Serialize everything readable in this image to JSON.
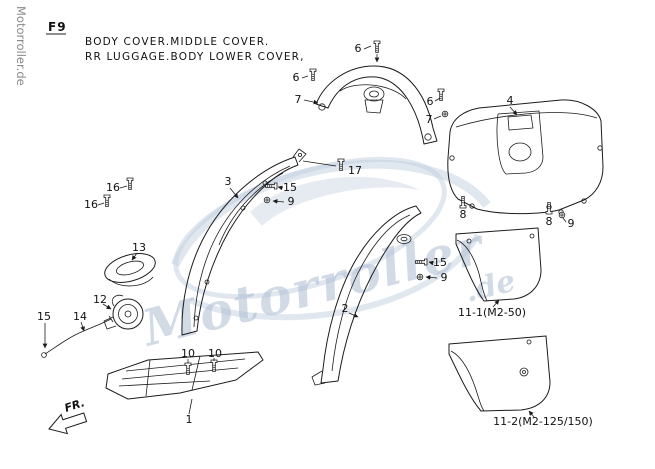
{
  "page": {
    "accent_watermark_color": "#aebdd3",
    "line_color": "#1c1c1c"
  },
  "header": {
    "vertical_site_label": "Motorroller.de",
    "figure_code": "F9",
    "title_line1": "BODY COVER.MIDDLE COVER.",
    "title_line2": "RR LUGGAGE.BODY LOWER COVER,"
  },
  "watermark": {
    "brand": "Motorroller",
    "suffix": ".de"
  },
  "diagram": {
    "direction_label": "FR.",
    "callouts": {
      "c6_top": "6",
      "c6_left": "6",
      "c7_left": "7",
      "c6_right": "6",
      "c7_right": "7",
      "c4": "4",
      "c17": "17",
      "c15_mid": "15",
      "c9_mid": "9",
      "c16_a": "16",
      "c16_b": "16",
      "c3": "3",
      "c13": "13",
      "c8_left": "8",
      "c8_right": "8",
      "c9_right": "9",
      "c12": "12",
      "c15_left": "15",
      "c14": "14",
      "c2": "2",
      "c15_r2": "15",
      "c9_r2": "9",
      "c11_1": "11-1(M2-50)",
      "c10_a": "10",
      "c10_b": "10",
      "c1": "1",
      "c11_2": "11-2(M2-125/150)"
    }
  }
}
